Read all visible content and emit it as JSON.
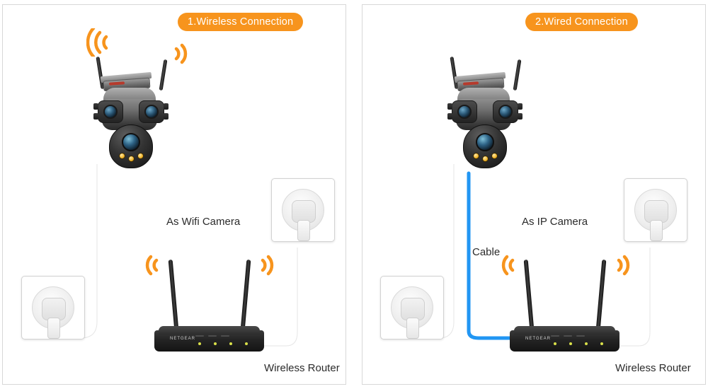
{
  "page": {
    "background": "#ffffff",
    "accent_color": "#f7941d",
    "cable_color": "#2196f3",
    "wire_color": "#ffffff"
  },
  "panels": [
    {
      "id": "wireless",
      "badge": "1.Wireless Connection",
      "labels": {
        "camera_mode": "As Wifi Camera",
        "router": "Wireless Router"
      },
      "devices": {
        "camera": "ptz-security-camera",
        "router": "netgear-wireless-router",
        "router_brand": "NETGEAR",
        "sockets": [
          "wall-socket-left",
          "wall-socket-right"
        ]
      },
      "signals": [
        "wifi-signal-camera-left",
        "wifi-signal-camera-right",
        "wifi-signal-router-left",
        "wifi-signal-router-right"
      ]
    },
    {
      "id": "wired",
      "badge": "2.Wired Connection",
      "labels": {
        "camera_mode": "As IP Camera",
        "cable": "Cable",
        "router": "Wireless Router"
      },
      "devices": {
        "camera": "ptz-security-camera",
        "router": "netgear-wireless-router",
        "router_brand": "NETGEAR",
        "sockets": [
          "wall-socket-left",
          "wall-socket-right"
        ]
      },
      "signals": [
        "wifi-signal-router-left",
        "wifi-signal-router-right"
      ]
    }
  ]
}
